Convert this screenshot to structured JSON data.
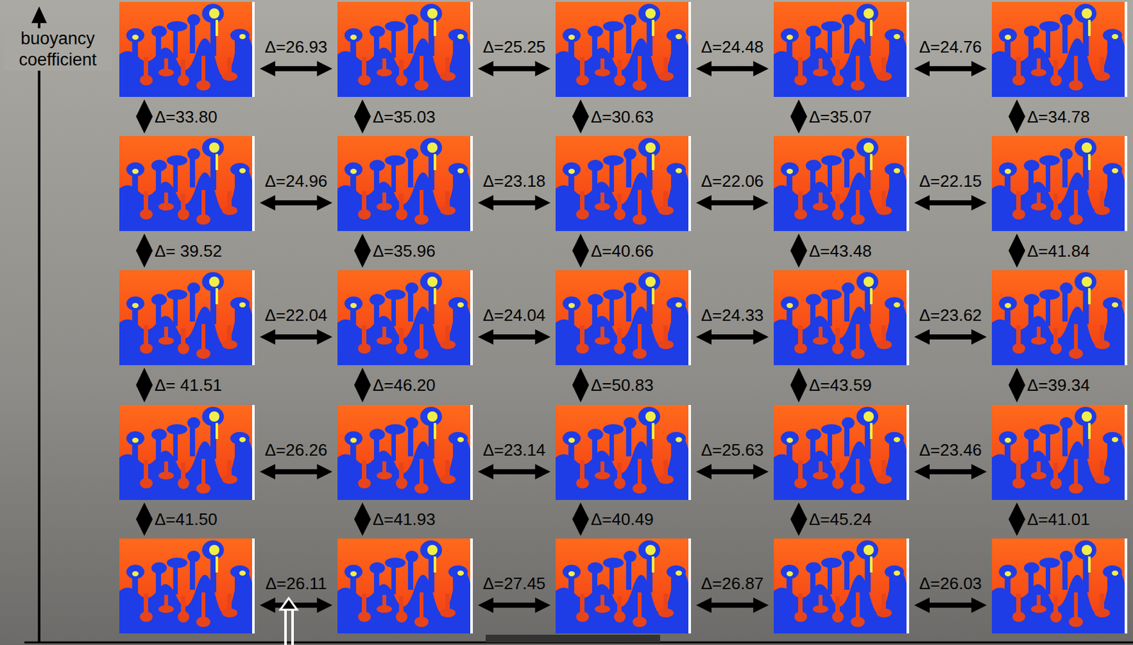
{
  "diagram": {
    "labels": [
      "buoyancy coefficient",
      "Δ=26.93",
      "Δ=25.25",
      "Δ=24.48",
      "Δ=24.76",
      "Δ=33.80",
      "Δ=35.03",
      "Δ=30.63",
      "Δ=35.07",
      "Δ=34.78",
      "Δ=24.96",
      "Δ=23.18",
      "Δ=22.06",
      "Δ=22.15",
      "Δ= 39.52",
      "Δ=35.96",
      "Δ=40.66",
      "Δ=43.48",
      "Δ=41.84",
      "Δ=22.04",
      "Δ=24.04",
      "Δ=24.33",
      "Δ=23.62",
      "Δ= 41.51",
      "Δ=46.20",
      "Δ=50.83",
      "Δ=43.59",
      "Δ=39.34",
      "Δ=26.26",
      "Δ=23.14",
      "Δ=25.63",
      "Δ=23.46",
      "Δ=41.50",
      "Δ=41.93",
      "Δ=40.49",
      "Δ=45.24",
      "Δ=41.01",
      "Δ=26.11",
      "Δ=27.45",
      "Δ=26.87",
      "Δ=26.03"
    ]
  }
}
